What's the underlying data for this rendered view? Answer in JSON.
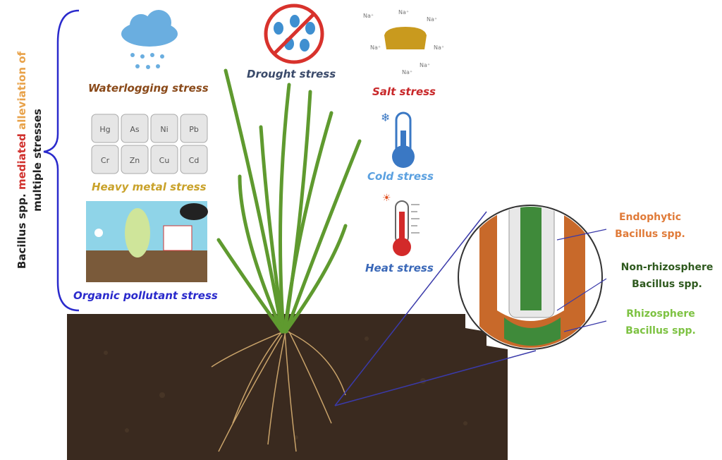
{
  "title": {
    "part1": "Bacillus spp.",
    "part2": "mediated",
    "part3": "alleviation of",
    "line2": "multiple stresses",
    "colors": {
      "part1": "#222222",
      "part2": "#d0312d",
      "part3": "#e8a24a"
    }
  },
  "stresses": {
    "waterlogging": "Waterlogging stress",
    "heavy_metal": "Heavy metal stress",
    "organic_pollutant": "Organic pollutant stress",
    "drought": "Drought stress",
    "salt": "Salt stress",
    "cold": "Cold stress",
    "heat": "Heat stress"
  },
  "metals": [
    "Hg",
    "As",
    "Ni",
    "Pb",
    "Cr",
    "Zn",
    "Cu",
    "Cd"
  ],
  "salt_label": "Na⁺",
  "bacteria": {
    "endophytic": [
      "Endophytic",
      "Bacillus spp."
    ],
    "non_rhizosphere": [
      "Non-rhizosphere",
      "Bacillus spp."
    ],
    "rhizosphere": [
      "Rhizosphere",
      "Bacillus spp."
    ]
  },
  "colors": {
    "brace": "#2a2acc",
    "soil": "#3a2a1f",
    "root_tissue": "#c8692a",
    "endo": "#e07b39",
    "nonrhizo": "#2f5a1f",
    "rhizo": "#7dc242"
  }
}
